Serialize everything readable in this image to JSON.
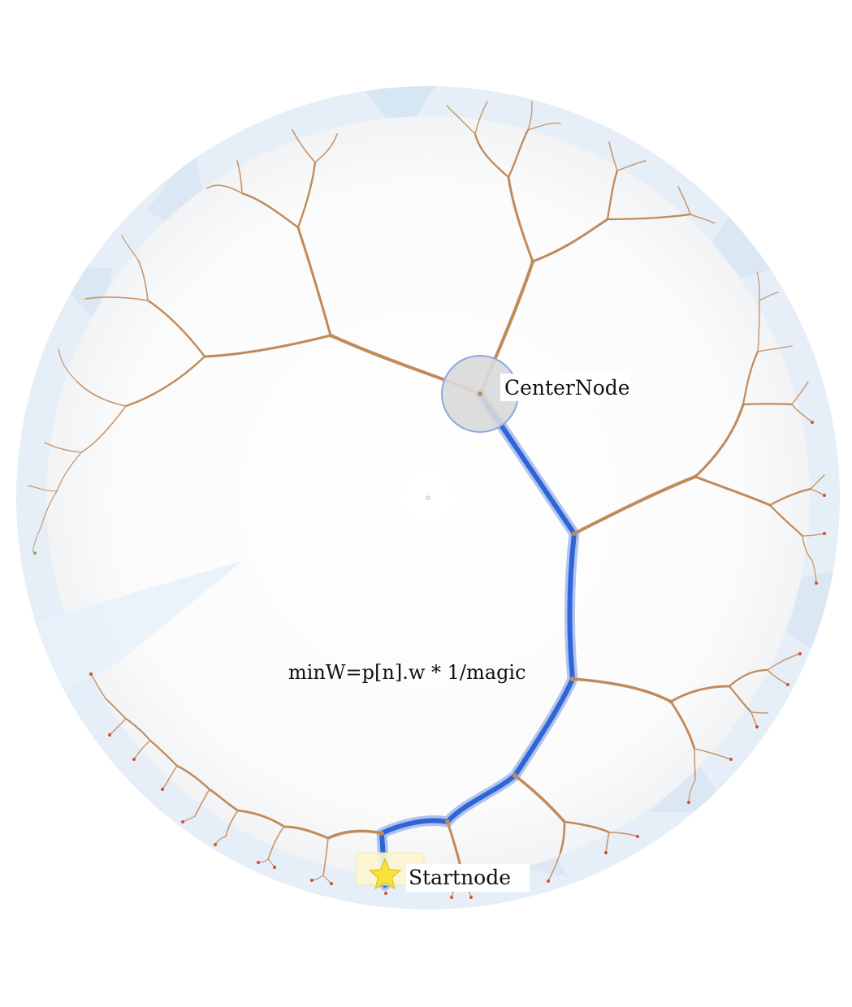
{
  "diagram": {
    "center_label": "CenterNode",
    "start_label": "Startnode",
    "formula": "minW=p[n].w * 1/magic",
    "colors": {
      "branch": "#c08a5a",
      "path": "#2f66d6",
      "path_glow": "#9db4ea",
      "disk_ring": "#e4eef7",
      "center_node_fill": "#d9d9d9",
      "center_node_stroke": "#8ea9e0",
      "star": "#f7e23a",
      "leaf": "#d0503a"
    },
    "icons": [
      "star-icon"
    ]
  }
}
